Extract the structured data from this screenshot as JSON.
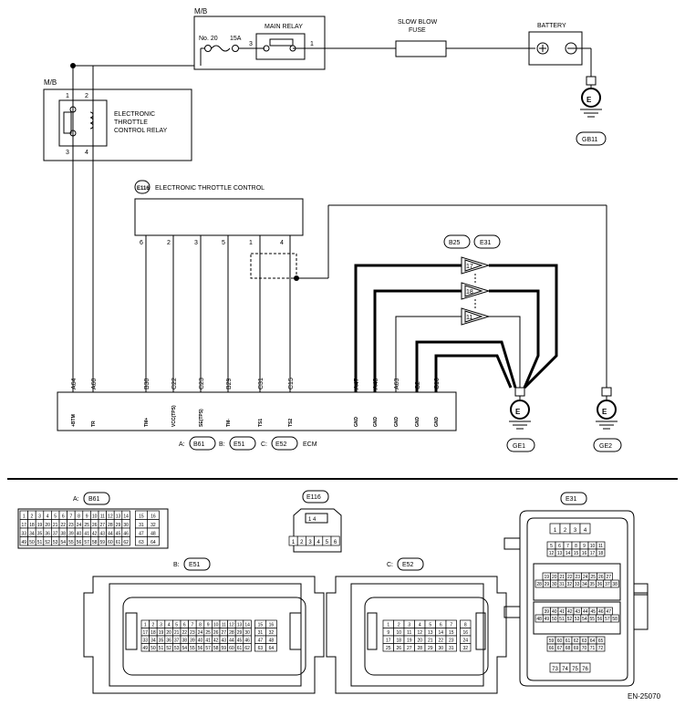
{
  "top": {
    "mb_label_relay": "M/B",
    "mb_label_etcr": "M/B",
    "fuse_no": "No. 20",
    "fuse_amp": "15A",
    "main_relay": "MAIN RELAY",
    "slow_blow_fuse": [
      "SLOW BLOW",
      "FUSE"
    ],
    "battery": "BATTERY",
    "main_relay_pin_3": "3",
    "main_relay_pin_1": "1",
    "etcr_lines": [
      "ELECTRONIC",
      "THROTTLE",
      "CONTROL RELAY"
    ],
    "etcr_pins": {
      "p1": "1",
      "p2": "2",
      "p3": "3",
      "p4": "4"
    },
    "gb11": "GB11",
    "e_symbol": "E"
  },
  "etc": {
    "connector": "E116",
    "title": "ELECTRONIC THROTTLE CONTROL",
    "pins": [
      "6",
      "2",
      "3",
      "5",
      "1",
      "4"
    ]
  },
  "joint": {
    "b25": "B25",
    "e31": "E31",
    "pins": [
      "17",
      "18",
      "11"
    ]
  },
  "ecm": {
    "terminals": [
      {
        "code": "A64",
        "label": "+BTM"
      },
      {
        "code": "A60",
        "label": "TR"
      },
      {
        "code": "B30",
        "label": "TM+"
      },
      {
        "code": "C22",
        "label": "VCC(TPS)"
      },
      {
        "code": "C23",
        "label": "SE(TPS)"
      },
      {
        "code": "B29",
        "label": "TM-"
      },
      {
        "code": "C31",
        "label": "TS1"
      },
      {
        "code": "C15",
        "label": "TS2"
      },
      {
        "code": "A47",
        "label": "GND"
      },
      {
        "code": "A48",
        "label": "GND"
      },
      {
        "code": "A63",
        "label": "GND"
      },
      {
        "code": "C2",
        "label": "GND"
      },
      {
        "code": "C10",
        "label": "GND"
      }
    ],
    "conn_a_prefix": "A:",
    "conn_a": "B61",
    "conn_b_prefix": "B:",
    "conn_b": "E51",
    "conn_c_prefix": "C:",
    "conn_c": "E52",
    "name": "ECM"
  },
  "grounds": {
    "ge1": "GE1",
    "ge2": "GE2"
  },
  "connectors": {
    "b61_prefix": "A:",
    "b61": "B61",
    "e116": "E116",
    "e51_prefix": "B:",
    "e51": "E51",
    "e52_prefix": "C:",
    "e52": "E52",
    "e31": "E31",
    "e116_top": "1 4",
    "e116_pins": [
      "1",
      "2",
      "3",
      "4",
      "5",
      "6"
    ],
    "e31_row1": [
      "1",
      "2",
      "3",
      "4"
    ],
    "e31_row2": [
      "5",
      "6",
      "7",
      "8",
      "9",
      "10",
      "11"
    ],
    "e31_row3": [
      "12",
      "13",
      "14",
      "15",
      "16",
      "17",
      "18"
    ],
    "e31_row4": [
      "19",
      "20",
      "21",
      "22",
      "23",
      "24",
      "25",
      "26",
      "27"
    ],
    "e31_row5": [
      "28",
      "29",
      "30",
      "31",
      "32",
      "33",
      "34",
      "35",
      "36",
      "37",
      "38"
    ],
    "e31_row6": [
      "39",
      "40",
      "41",
      "42",
      "43",
      "44",
      "45",
      "46",
      "47"
    ],
    "e31_row7": [
      "48",
      "49",
      "50",
      "51",
      "52",
      "53",
      "54",
      "55",
      "56",
      "57",
      "58"
    ],
    "e31_row8": [
      "59",
      "60",
      "61",
      "62",
      "63",
      "64",
      "65"
    ],
    "e31_row9": [
      "66",
      "67",
      "68",
      "69",
      "70",
      "71",
      "72"
    ],
    "e31_row10": [
      "73",
      "74",
      "75",
      "76"
    ]
  },
  "footer": {
    "code": "EN-25070"
  }
}
